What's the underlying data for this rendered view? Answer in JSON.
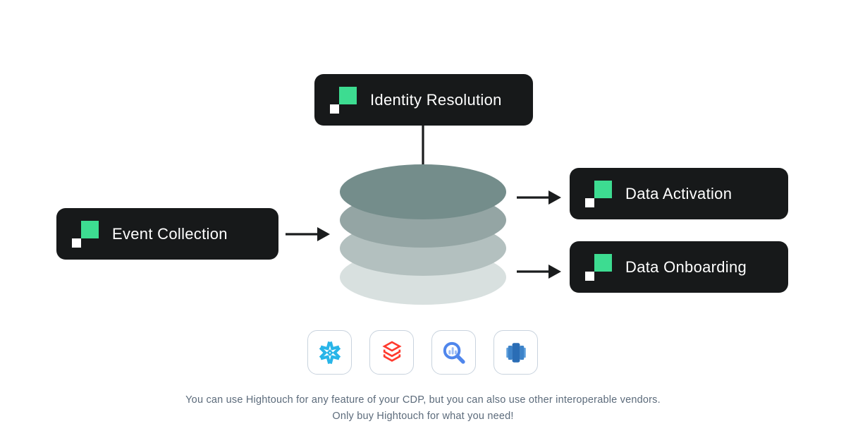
{
  "nodes": {
    "identity_resolution": {
      "label": "Identity Resolution"
    },
    "event_collection": {
      "label": "Event Collection"
    },
    "data_activation": {
      "label": "Data Activation"
    },
    "data_onboarding": {
      "label": "Data Onboarding"
    }
  },
  "cylinder": {
    "layers": [
      {
        "name": "warehouse-layer-top",
        "color": "#748d8b"
      },
      {
        "name": "warehouse-layer-2",
        "color": "#94a5a4"
      },
      {
        "name": "warehouse-layer-3",
        "color": "#b3c0bf"
      },
      {
        "name": "warehouse-layer-bottom",
        "color": "#d8e0df"
      }
    ]
  },
  "vendor_icons": [
    "snowflake-icon",
    "databricks-icon",
    "bigquery-icon",
    "redshift-icon"
  ],
  "caption": {
    "line1": "You can use Hightouch for any feature of your CDP, but you can also use other interoperable vendors.",
    "line2": "Only buy Hightouch for what you need!"
  },
  "colors": {
    "background": "#ffffff",
    "node_bg": "#17191a",
    "brand_green": "#3ddc91",
    "connector": "#1a1c1d",
    "caption_text": "#5c6b7b",
    "tile_border": "#c9d3de",
    "snowflake_blue": "#29b5e8",
    "databricks_red": "#ff3a2e",
    "bigquery_blue": "#4f86ec",
    "bigquery_bar": "#9dbdf5",
    "redshift_dark": "#2a6db5",
    "redshift_mid": "#3d83c9",
    "redshift_light": "#5fa0dd"
  }
}
